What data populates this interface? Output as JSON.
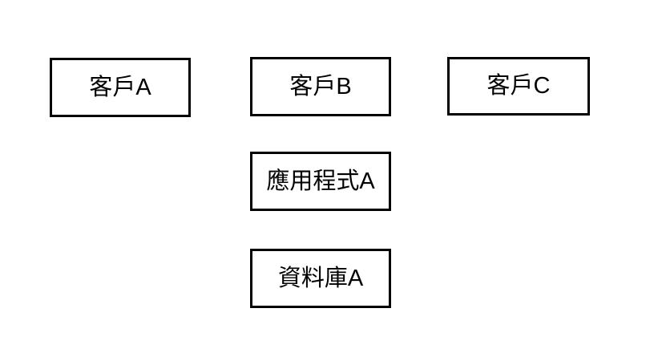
{
  "diagram": {
    "type": "block-diagram",
    "connections": [],
    "nodes": [
      {
        "id": "client-a",
        "label": "客戶A"
      },
      {
        "id": "client-b",
        "label": "客戶B"
      },
      {
        "id": "client-c",
        "label": "客戶C"
      },
      {
        "id": "app-a",
        "label": "應用程式A"
      },
      {
        "id": "db-a",
        "label": "資料庫A"
      }
    ],
    "colors": {
      "background": "#ffffff",
      "node_background": "#ffffff",
      "node_border": "#000000",
      "text": "#000000"
    }
  }
}
